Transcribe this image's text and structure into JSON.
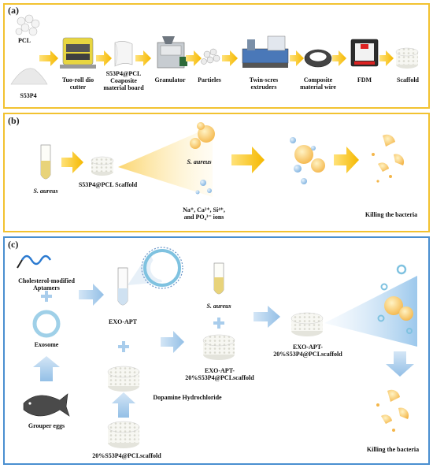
{
  "panel_a": {
    "tag": "(a)",
    "pcl": "PCL",
    "s53p4": "S53P4",
    "two_roll_1": "Tuo-roll dio",
    "two_roll_2": "cutter",
    "board_1": "S53P4@PCL",
    "board_2": "Coaposite",
    "board_3": "material board",
    "granulator": "Granulator",
    "particles": "Partieles",
    "twin_1": "Twin-scres",
    "twin_2": "extruders",
    "wire_1": "Composite",
    "wire_2": "material wire",
    "fdm": "FDM",
    "scaffold": "Scaffold"
  },
  "panel_b": {
    "tag": "(b)",
    "s_aureus_left": "S. aureus",
    "scaffold": "S53P4@PCL Scaffold",
    "s_aureus_mid": "S. aureus",
    "ions_1": "Na⁺, Ca²⁺, Si⁴⁺,",
    "ions_2": "and PO₄³⁻ ions",
    "killing": "Killing the bacteria"
  },
  "panel_c": {
    "tag": "(c)",
    "aptamers_1": "Cholesterol-modified",
    "aptamers_2": "Aptamers",
    "exosome": "Exosome",
    "grouper": "Grouper eggs",
    "exo_apt": "EXO-APT",
    "dopamine": "Dopamine Hydrochloride",
    "scaffold_20": "20%S53P4@PCLscaffold",
    "s_aureus": "S. aureus",
    "exo_scaffold_mid_1": "EXO-APT-",
    "exo_scaffold_mid_2": "20%S53P4@PCLscaffold",
    "exo_scaffold_right_1": "EXO-APT-",
    "exo_scaffold_right_2": "20%S53P4@PCLscaffold",
    "killing": "Killing the bacteria"
  },
  "colors": {
    "yellow_border": "#f2c230",
    "blue_border": "#4a8fd0",
    "yellow_arrow": "#f5b800",
    "blue_arrow": "#a9cdec"
  }
}
